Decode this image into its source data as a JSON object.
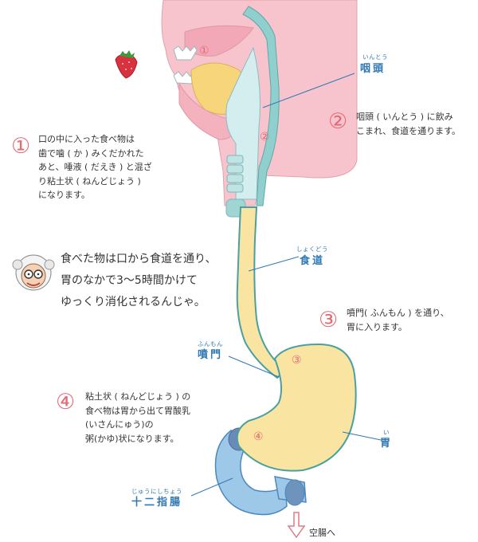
{
  "steps": [
    {
      "num": "①",
      "marker": "①",
      "lines": [
        "口の中に入った食べ物は",
        "歯で噛 ( か ) みくだかれた",
        "あと、唾液 ( だえき ) と混ざ",
        "り粘土状 ( ねんどじょう )",
        "になります。"
      ]
    },
    {
      "num": "②",
      "marker": "②",
      "lines": [
        "咽頭 ( いんとう ) に飲み",
        "こまれ、食道を通ります。"
      ]
    },
    {
      "num": "③",
      "marker": "③",
      "lines": [
        "噴門( ふんもん ) を通り、",
        "胃に入ります。"
      ]
    },
    {
      "num": "④",
      "marker": "④",
      "lines": [
        "粘土状 ( ねんどじょう ) の",
        "食べ物は胃から出て胃酸乳",
        "(いさんにゅう)の",
        "粥(かゆ)状になります。"
      ]
    }
  ],
  "organs": {
    "pharynx": {
      "ruby": "いんとう",
      "name": "咽頭"
    },
    "esophagus": {
      "ruby": "しょくどう",
      "name": "食道"
    },
    "cardia": {
      "ruby": "ふんもん",
      "name": "噴門"
    },
    "stomach": {
      "ruby": "い",
      "name": "胃"
    },
    "duodenum": {
      "ruby": "じゅうにしちょう",
      "name": "十二指腸"
    }
  },
  "speech": [
    "食べた物は口から食道を通り、",
    "胃のなかで3〜5時間かけて",
    "ゆっくり消化されるんじゃ。"
  ],
  "exit_label": "空腸へ",
  "colors": {
    "accent_red": "#e46a74",
    "label_blue": "#2f79b5",
    "body_pink": "#f7c3cc",
    "tube_yellow": "#f9e4a2",
    "duodenum_blue": "#9ec8e8"
  }
}
